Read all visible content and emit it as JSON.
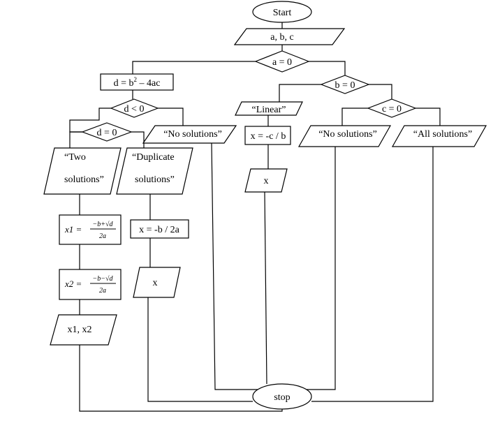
{
  "nodes": {
    "start": "Start",
    "input_abc": "a, b, c",
    "dec_a0": "a = 0",
    "calc_d_pre": "d = b",
    "calc_d_sup": "2",
    "calc_d_post": " – 4ac",
    "dec_b0": "b = 0",
    "dec_d_lt0": "d < 0",
    "out_linear": "“Linear”",
    "dec_c0": "c = 0",
    "dec_d_eq0": "d = 0",
    "out_nosol_d": "“No solutions”",
    "calc_x_lin": "x = -c / b",
    "out_nosol_c": "“No solutions”",
    "out_allsol": "“All solutions”",
    "out_two_l1": "“Two",
    "out_two_l2": "solutions”",
    "out_dup_l1": "“Duplicate",
    "out_dup_l2": "solutions”",
    "out_x_lin": "x",
    "calc_x1_lhs": "x1 =",
    "calc_x1_num": "−b+√d",
    "calc_x1_den": "2a",
    "calc_x_dup": "x = -b / 2a",
    "calc_x2_lhs": "x2 =",
    "calc_x2_num": "−b−√d",
    "calc_x2_den": "2a",
    "out_x_dup": "x",
    "out_x1x2": "x1, x2",
    "stop": "stop"
  }
}
